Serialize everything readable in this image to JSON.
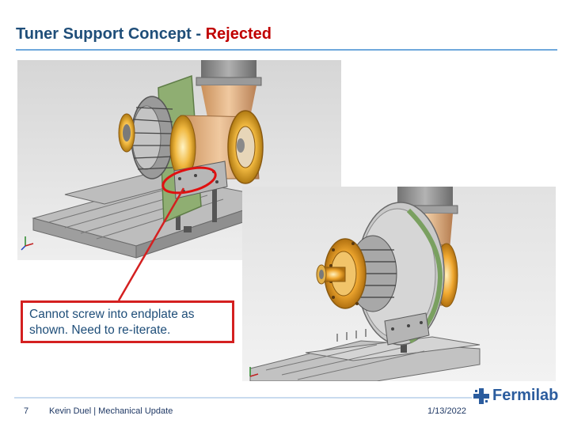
{
  "slide": {
    "title_main": "Tuner Support Concept - ",
    "title_highlight": "Rejected",
    "callout": "Cannot screw into endplate as shown. Need to re-iterate.",
    "page_number": "7",
    "footer_text": "Kevin Duel | Mechanical Update",
    "date": "1/13/2022",
    "logo_text": "Fermilab"
  },
  "colors": {
    "title": "#1f4e79",
    "highlight": "#c00000",
    "callout_border": "#d42020",
    "brand": "#2b5c9e"
  }
}
